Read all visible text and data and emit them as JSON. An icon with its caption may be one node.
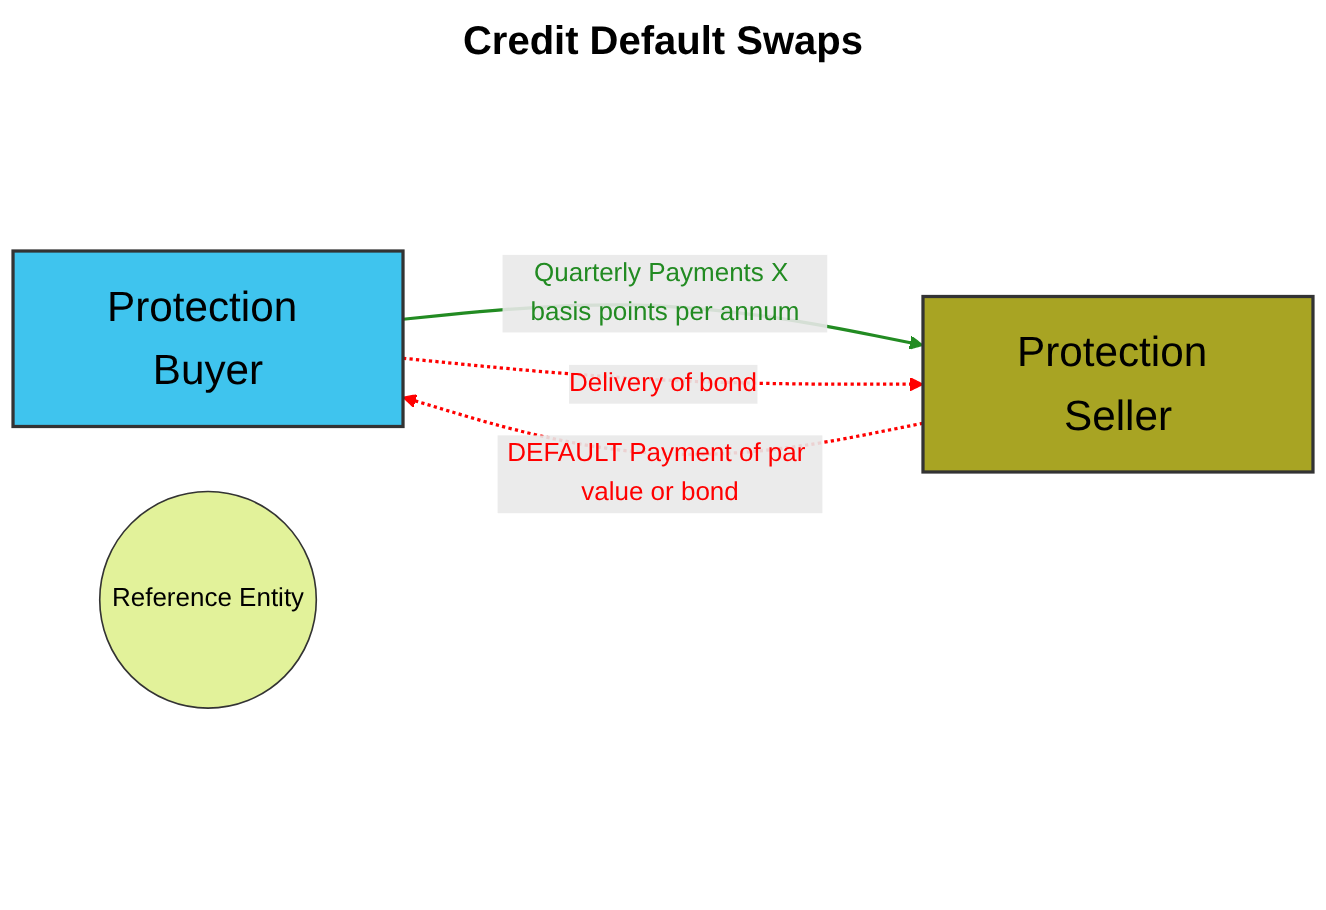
{
  "diagram": {
    "title": "Credit Default Swaps",
    "nodes": [
      {
        "text": [
          "Protection Buyer"
        ]
      },
      {
        "text": [
          "Protection Seller"
        ]
      },
      {
        "text": [
          "Reference Entity"
        ]
      }
    ],
    "edges": [
      {
        "from": 0,
        "to": 1,
        "arrow": "to",
        "label": "Quarterly Payments X basis points per annum",
        "color": "#228b22"
      },
      {
        "from": 1,
        "to": 0,
        "arrow": "to",
        "label": "DEFAULT Payment of par value or bond",
        "style": "dashed",
        "color": "#ff0000"
      },
      {
        "from": 0,
        "to": 1,
        "arrow": "to",
        "label": "Delivery of bond",
        "style": "dashed",
        "color": "#ff0000"
      }
    ]
  }
}
